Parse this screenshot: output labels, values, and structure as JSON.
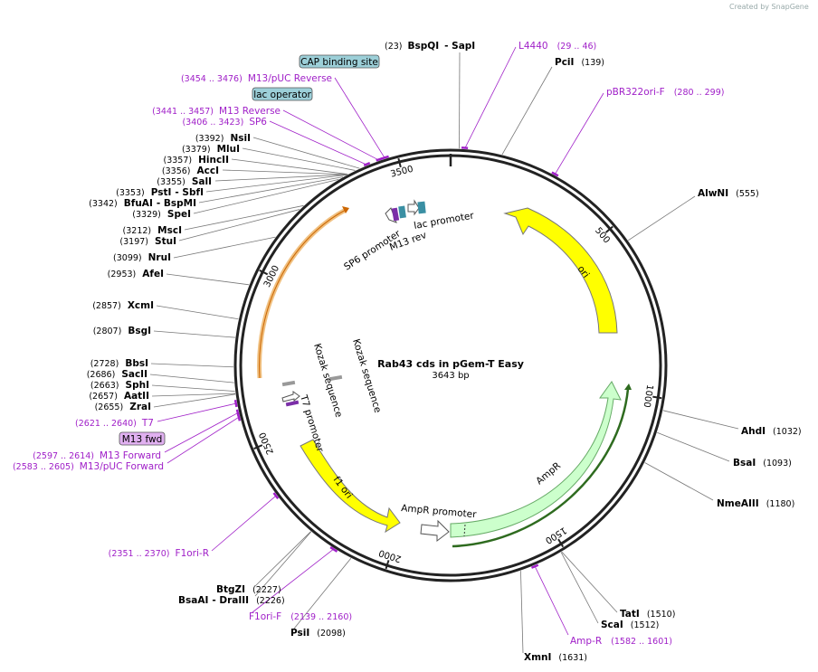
{
  "credit": "Created by SnapGene",
  "plasmid": {
    "name": "Rab43 cds in pGem-T Easy",
    "length_label": "3643 bp",
    "length": 3643
  },
  "ticks": [
    "500",
    "1000",
    "1500",
    "2000",
    "2500",
    "3000",
    "3500"
  ],
  "features": [
    {
      "name": "ori",
      "color": "#ffff00"
    },
    {
      "name": "AmpR",
      "color": "#ccffcc"
    },
    {
      "name": "AmpR promoter",
      "color": "#ffffff"
    },
    {
      "name": "f1 ori",
      "color": "#ffff00"
    },
    {
      "name": "T7 promoter"
    },
    {
      "name": "Kozak sequence"
    },
    {
      "name": "Kozak sequence"
    },
    {
      "name": "SP6 promoter"
    },
    {
      "name": "M13 rev"
    },
    {
      "name": "lac promoter"
    }
  ],
  "boxed_labels": [
    {
      "text": "CAP binding site",
      "fill": "#9ccfd8"
    },
    {
      "text": "lac operator",
      "fill": "#9ccfd8"
    },
    {
      "text": "M13 fwd",
      "fill": "#e0b0f0"
    }
  ],
  "sites": [
    {
      "pos": "(23)",
      "name": "BspQI",
      "extra": "- SapI"
    },
    {
      "pos": "(139)",
      "name": "PciI"
    },
    {
      "pos": "(555)",
      "name": "AlwNI"
    },
    {
      "pos": "(1032)",
      "name": "AhdI"
    },
    {
      "pos": "(1093)",
      "name": "BsaI"
    },
    {
      "pos": "(1180)",
      "name": "NmeAIII"
    },
    {
      "pos": "(1510)",
      "name": "TatI"
    },
    {
      "pos": "(1512)",
      "name": "ScaI"
    },
    {
      "pos": "(1631)",
      "name": "XmnI"
    },
    {
      "pos": "(2098)",
      "name": "PsiI"
    },
    {
      "pos": "(2226)",
      "name": "BsaAI",
      "extra": "- DraIII"
    },
    {
      "pos": "(2227)",
      "name": "BtgZI"
    },
    {
      "pos": "(2655)",
      "name": "ZraI"
    },
    {
      "pos": "(2657)",
      "name": "AatII"
    },
    {
      "pos": "(2663)",
      "name": "SphI"
    },
    {
      "pos": "(2686)",
      "name": "SacII"
    },
    {
      "pos": "(2728)",
      "name": "BbsI"
    },
    {
      "pos": "(2807)",
      "name": "BsgI"
    },
    {
      "pos": "(2857)",
      "name": "XcmI"
    },
    {
      "pos": "(2953)",
      "name": "AfeI"
    },
    {
      "pos": "(3099)",
      "name": "NruI"
    },
    {
      "pos": "(3197)",
      "name": "StuI"
    },
    {
      "pos": "(3212)",
      "name": "MscI"
    },
    {
      "pos": "(3329)",
      "name": "SpeI"
    },
    {
      "pos": "(3342)",
      "name": "BfuAI",
      "extra": "- BspMI"
    },
    {
      "pos": "(3353)",
      "name": "PstI",
      "extra": "- SbfI"
    },
    {
      "pos": "(3355)",
      "name": "SalI"
    },
    {
      "pos": "(3356)",
      "name": "AccI"
    },
    {
      "pos": "(3357)",
      "name": "HincII"
    },
    {
      "pos": "(3379)",
      "name": "MluI"
    },
    {
      "pos": "(3392)",
      "name": "NsiI"
    }
  ],
  "primers": [
    {
      "name": "L4440",
      "pos": "(29 .. 46)"
    },
    {
      "name": "pBR322ori-F",
      "pos": "(280 .. 299)"
    },
    {
      "name": "Amp-R",
      "pos": "(1582 .. 1601)"
    },
    {
      "name": "F1ori-F",
      "pos": "(2139 .. 2160)"
    },
    {
      "name": "F1ori-R",
      "pos": "(2351 .. 2370)"
    },
    {
      "name": "M13/pUC Forward",
      "pos": "(2583 .. 2605)"
    },
    {
      "name": "M13 Forward",
      "pos": "(2597 .. 2614)"
    },
    {
      "name": "T7",
      "pos": "(2621 .. 2640)"
    },
    {
      "name": "SP6",
      "pos": "(3406 .. 3423)"
    },
    {
      "name": "M13 Reverse",
      "pos": "(3441 .. 3457)"
    },
    {
      "name": "M13/pUC Reverse",
      "pos": "(3454 .. 3476)"
    }
  ]
}
